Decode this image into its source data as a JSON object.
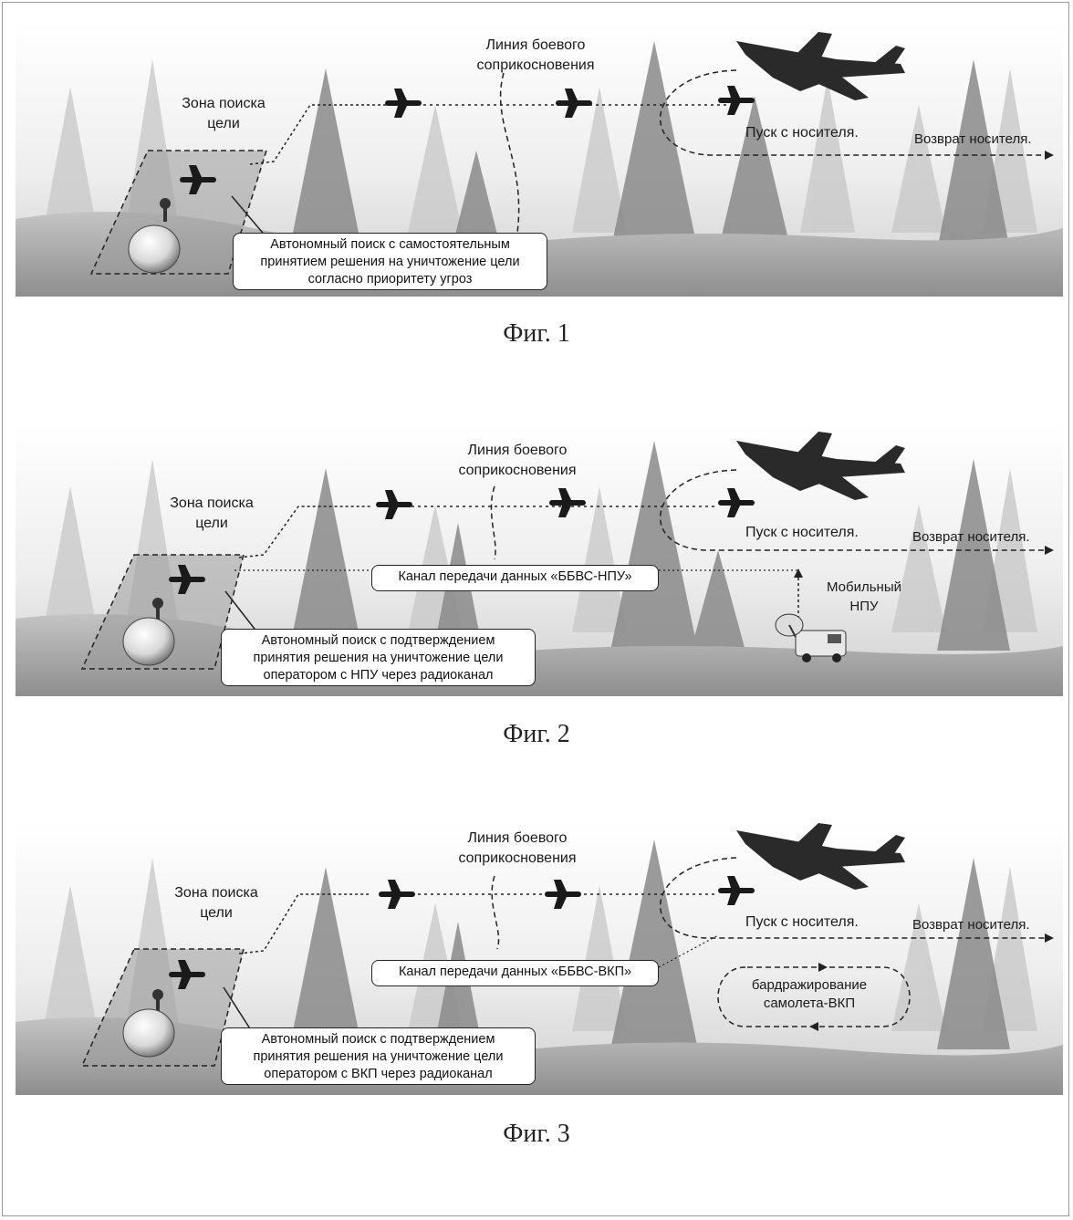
{
  "panels": [
    {
      "combat_line": "Линия боевого соприкосновения",
      "search_zone": "Зона поиска цели",
      "launch": "Пуск с носителя.",
      "return": "Возврат носителя.",
      "search_box": [
        "Автономный поиск с самостоятельным",
        "принятием решения на уничтожение цели",
        "согласно приоритету угроз"
      ],
      "figure": "Фиг. 1"
    },
    {
      "combat_line": "Линия боевого соприкосновения",
      "search_zone": "Зона поиска цели",
      "launch": "Пуск с носителя.",
      "return": "Возврат носителя.",
      "channel": "Канал передачи данных «ББВС-НПУ»",
      "station": "Мобильный НПУ",
      "search_box": [
        "Автономный поиск с подтверждением",
        "принятия решения на уничтожение цели",
        "оператором с НПУ через радиоканал"
      ],
      "figure": "Фиг. 2"
    },
    {
      "combat_line": "Линия боевого соприкосновения",
      "search_zone": "Зона поиска цели",
      "launch": "Пуск с носителя.",
      "return": "Возврат носителя.",
      "channel": "Канал передачи данных «ББВС-ВКП»",
      "loiter": "бардражирование самолета-ВКП",
      "search_box": [
        "Автономный поиск с подтверждением",
        "принятия решения на уничтожение цели",
        "оператором с ВКП через радиоканал"
      ],
      "figure": "Фиг. 3"
    }
  ]
}
